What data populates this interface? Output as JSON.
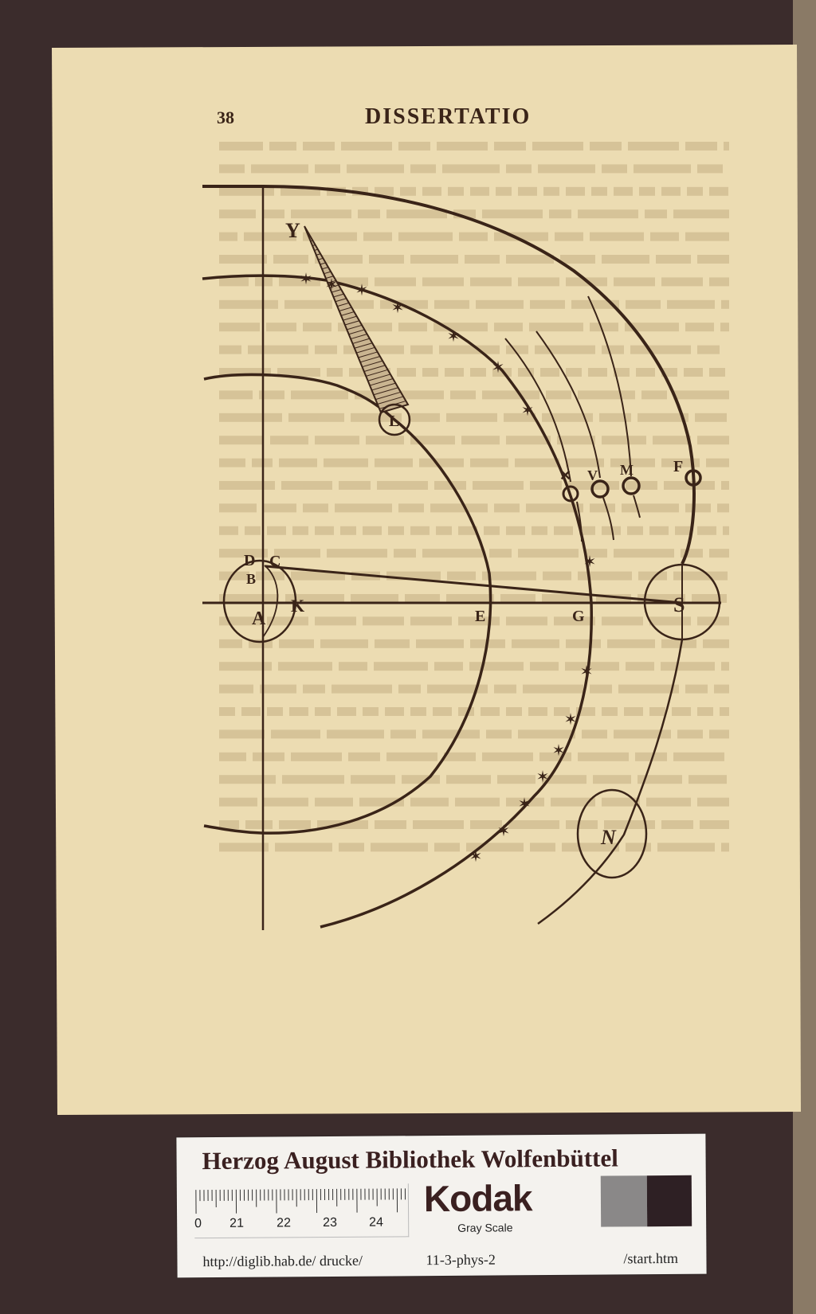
{
  "page": {
    "page_number": "38",
    "running_title": "DISSERTATIO",
    "background_color": "#3b2c2c",
    "paper_color": "#ecdcb2",
    "ink_color": "#3a2418"
  },
  "diagram": {
    "labels": {
      "Y": "Y",
      "L": "L",
      "D": "D",
      "C": "C",
      "B": "B",
      "A": "A",
      "K": "K",
      "E": "E",
      "G": "G",
      "S": "S",
      "N": "N",
      "F": "F",
      "M": "M",
      "V": "V",
      "X": "✕"
    },
    "star_symbol": "✶"
  },
  "archive_card": {
    "title": "Herzog August Bibliothek Wolfenbüttel",
    "ruler_numbers": [
      "0",
      "21",
      "22",
      "23",
      "24"
    ],
    "brand": "Kodak",
    "brand_subtitle": "Gray Scale",
    "url_prefix": "http://diglib.hab.de/ drucke/",
    "shelfmark": "11-3-phys-2",
    "url_suffix": "/start.htm",
    "gray_patches": [
      "#f4f2ee",
      "#8a8888",
      "#2e2024"
    ]
  }
}
